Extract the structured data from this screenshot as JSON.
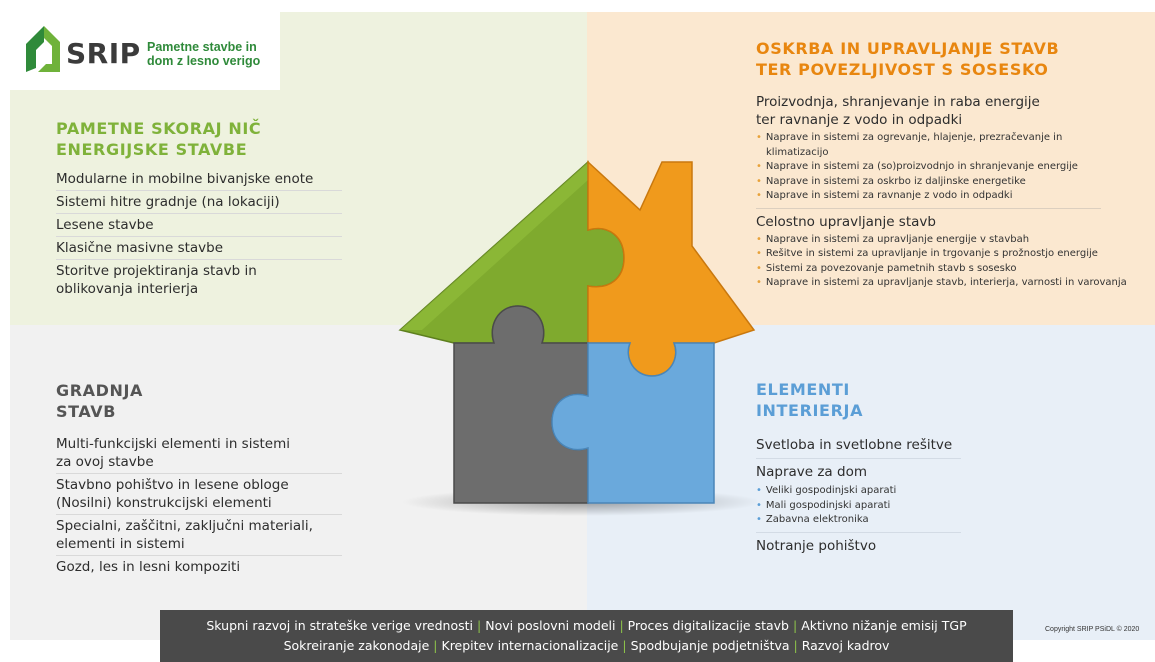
{
  "logo": {
    "wordmark": "SRIP",
    "tagline_line1": "Pametne stavbe in",
    "tagline_line2": "dom z lesno verigo"
  },
  "colors": {
    "green": "#7fb23a",
    "orange": "#f4a01f",
    "gray": "#6f6f6f",
    "blue": "#6aa9dc",
    "dark_bar": "#4a4a4a"
  },
  "top_left": {
    "heading_line1": "PAMETNE SKORAJ NIČ",
    "heading_line2": "ENERGIJSKE STAVBE",
    "items": [
      [
        "Modularne in mobilne bivanjske enote"
      ],
      [
        "Sistemi hitre gradnje (na lokaciji)"
      ],
      [
        "Lesene stavbe"
      ],
      [
        "Klasične masivne stavbe"
      ],
      [
        "Storitve projektiranja stavb in",
        "oblikovanja interierja"
      ]
    ]
  },
  "top_right": {
    "heading_line1": "OSKRBA IN UPRAVLJANJE STAVB",
    "heading_line2": "TER POVEZLJIVOST S SOSESKO",
    "sections": [
      {
        "title_line1": "Proizvodnja, shranjevanje in raba energije",
        "title_line2": "ter ravnanje z vodo in odpadki",
        "bullets": [
          [
            "Naprave in sistemi za ogrevanje, hlajenje, prezračevanje in",
            "klimatizacijo"
          ],
          [
            "Naprave in sistemi za (so)proizvodnjo in shranjevanje energije"
          ],
          [
            "Naprave in sistemi za oskrbo iz daljinske energetike"
          ],
          [
            "Naprave in sistemi za ravnanje z vodo in odpadki"
          ]
        ]
      },
      {
        "title_line1": "Celostno upravljanje stavb",
        "title_line2": "",
        "bullets": [
          [
            "Naprave in sistemi za upravljanje energije v stavbah"
          ],
          [
            "Rešitve in sistemi za upravljanje in trgovanje s prožnostjo energije"
          ],
          [
            "Sistemi za povezovanje pametnih stavb s sosesko"
          ],
          [
            "Naprave in sistemi za upravljanje stavb, interierja, varnosti in varovanja"
          ]
        ]
      }
    ]
  },
  "bottom_left": {
    "heading_line1": "GRADNJA",
    "heading_line2": "STAVB",
    "items": [
      [
        "Multi-funkcijski elementi in sistemi",
        "za ovoj stavbe"
      ],
      [
        "Stavbno pohištvo in lesene obloge",
        "(Nosilni) konstrukcijski elementi"
      ],
      [
        "Specialni, zaščitni, zaključni materiali,",
        "elementi  in sistemi"
      ],
      [
        "Gozd, les in lesni kompoziti"
      ]
    ]
  },
  "bottom_right": {
    "heading_line1": "ELEMENTI",
    "heading_line2": "INTERIERJA",
    "item1": "Svetloba in svetlobne rešitve",
    "item2": "Naprave za dom",
    "bullets": [
      "Veliki gospodinjski aparati",
      "Mali gospodinjski aparati",
      "Zabavna elektronika"
    ],
    "item3": "Notranje pohištvo"
  },
  "bottom_bar": {
    "line1": [
      "Skupni razvoj in strateške verige vrednosti",
      "Novi poslovni modeli",
      "Proces digitalizacije stavb",
      "Aktivno nižanje emisij TGP"
    ],
    "line2": [
      "Sokreiranje zakonodaje",
      "Krepitev internacionalizacije",
      "Spodbujanje podjetništva",
      "Razvoj kadrov"
    ]
  },
  "copyright": "Copyright SRIP PSiDL © 2020"
}
